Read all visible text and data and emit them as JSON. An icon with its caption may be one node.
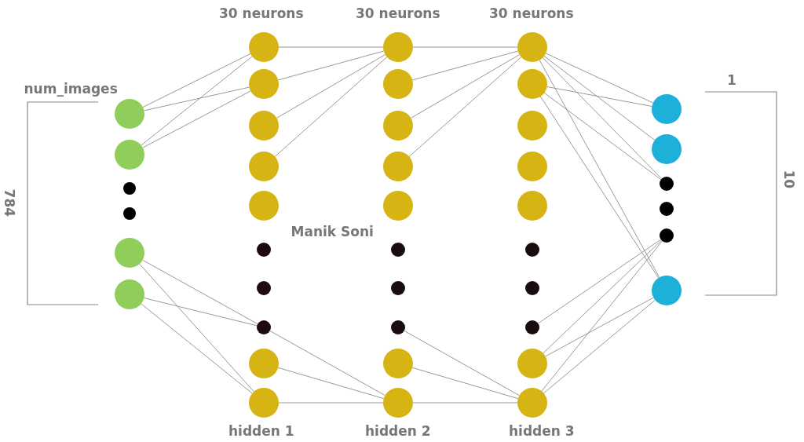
{
  "diagram": {
    "nodes": [
      {
        "text": [],
        "shape": "circle"
      },
      {
        "text": [],
        "shape": "circle"
      },
      {
        "text": [],
        "shape": "circle"
      },
      {
        "text": [],
        "shape": "circle"
      },
      {
        "text": [],
        "shape": "circle"
      },
      {
        "text": [],
        "shape": "circle"
      },
      {
        "text": [],
        "shape": "circle"
      },
      {
        "text": [],
        "shape": "circle"
      },
      {
        "text": [],
        "shape": "circle"
      },
      {
        "text": [],
        "shape": "circle"
      },
      {
        "text": [],
        "shape": "circle"
      },
      {
        "text": [],
        "shape": "circle"
      },
      {
        "text": [],
        "shape": "circle"
      },
      {
        "text": [],
        "shape": "circle"
      },
      {
        "text": [],
        "shape": "circle"
      },
      {
        "text": [],
        "shape": "circle"
      },
      {
        "text": [],
        "shape": "circle"
      },
      {
        "text": [],
        "shape": "circle"
      },
      {
        "text": [],
        "shape": "circle"
      },
      {
        "text": [],
        "shape": "circle"
      },
      {
        "text": [],
        "shape": "circle"
      },
      {
        "text": [],
        "shape": "circle"
      },
      {
        "text": [],
        "shape": "circle"
      },
      {
        "text": [],
        "shape": "circle"
      },
      {
        "text": [],
        "shape": "circle"
      },
      {
        "text": [],
        "shape": "circle"
      },
      {
        "text": [],
        "shape": "circle"
      },
      {
        "text": [],
        "shape": "circle"
      },
      {
        "text": [],
        "shape": "circle"
      },
      {
        "text": [],
        "shape": "circle"
      },
      {
        "text": [],
        "shape": "circle"
      },
      {
        "text": [],
        "shape": "circle"
      },
      {
        "text": [],
        "shape": "circle"
      },
      {
        "text": [],
        "shape": "circle"
      },
      {
        "text": [],
        "shape": "circle"
      },
      {
        "text": [],
        "shape": "circle"
      },
      {
        "text": [],
        "shape": "circle"
      },
      {
        "text": [],
        "shape": "circle"
      },
      {
        "text": [],
        "shape": "circle"
      },
      {
        "text": [],
        "shape": "circle"
      },
      {
        "text": [],
        "shape": "circle"
      },
      {
        "text": [],
        "shape": "circle"
      }
    ],
    "edges": [
      {
        "from": 0,
        "to": 6,
        "arrow": "none"
      },
      {
        "from": 0,
        "to": 7,
        "arrow": "none"
      },
      {
        "from": 1,
        "to": 6,
        "arrow": "none"
      },
      {
        "from": 1,
        "to": 7,
        "arrow": "none"
      },
      {
        "from": 4,
        "to": 13,
        "arrow": "none"
      },
      {
        "from": 4,
        "to": 15,
        "arrow": "none"
      },
      {
        "from": 5,
        "to": 13,
        "arrow": "none"
      },
      {
        "from": 5,
        "to": 15,
        "arrow": "none"
      },
      {
        "from": 6,
        "to": 16,
        "arrow": "none"
      },
      {
        "from": 7,
        "to": 16,
        "arrow": "none"
      },
      {
        "from": 8,
        "to": 16,
        "arrow": "none"
      },
      {
        "from": 9,
        "to": 16,
        "arrow": "none"
      },
      {
        "from": 13,
        "to": 25,
        "arrow": "none"
      },
      {
        "from": 14,
        "to": 25,
        "arrow": "none"
      },
      {
        "from": 15,
        "to": 25,
        "arrow": "none"
      },
      {
        "from": 16,
        "to": 26,
        "arrow": "none"
      },
      {
        "from": 17,
        "to": 26,
        "arrow": "none"
      },
      {
        "from": 18,
        "to": 26,
        "arrow": "none"
      },
      {
        "from": 19,
        "to": 26,
        "arrow": "none"
      },
      {
        "from": 23,
        "to": 35,
        "arrow": "none"
      },
      {
        "from": 24,
        "to": 35,
        "arrow": "none"
      },
      {
        "from": 25,
        "to": 35,
        "arrow": "none"
      },
      {
        "from": 26,
        "to": 36,
        "arrow": "none"
      },
      {
        "from": 26,
        "to": 37,
        "arrow": "none"
      },
      {
        "from": 26,
        "to": 38,
        "arrow": "none"
      },
      {
        "from": 26,
        "to": 41,
        "arrow": "none"
      },
      {
        "from": 27,
        "to": 36,
        "arrow": "none"
      },
      {
        "from": 27,
        "to": 38,
        "arrow": "none"
      },
      {
        "from": 27,
        "to": 41,
        "arrow": "none"
      },
      {
        "from": 33,
        "to": 40,
        "arrow": "none"
      },
      {
        "from": 34,
        "to": 40,
        "arrow": "none"
      },
      {
        "from": 34,
        "to": 41,
        "arrow": "none"
      },
      {
        "from": 35,
        "to": 40,
        "arrow": "none"
      },
      {
        "from": 35,
        "to": 41,
        "arrow": "none"
      }
    ],
    "labels": [
      "30 neurons",
      "30 neurons",
      "30 neurons",
      "num_images",
      "1",
      "10",
      "784",
      "Manik Soni",
      "hidden 1",
      "hidden 2",
      "hidden 3"
    ]
  }
}
